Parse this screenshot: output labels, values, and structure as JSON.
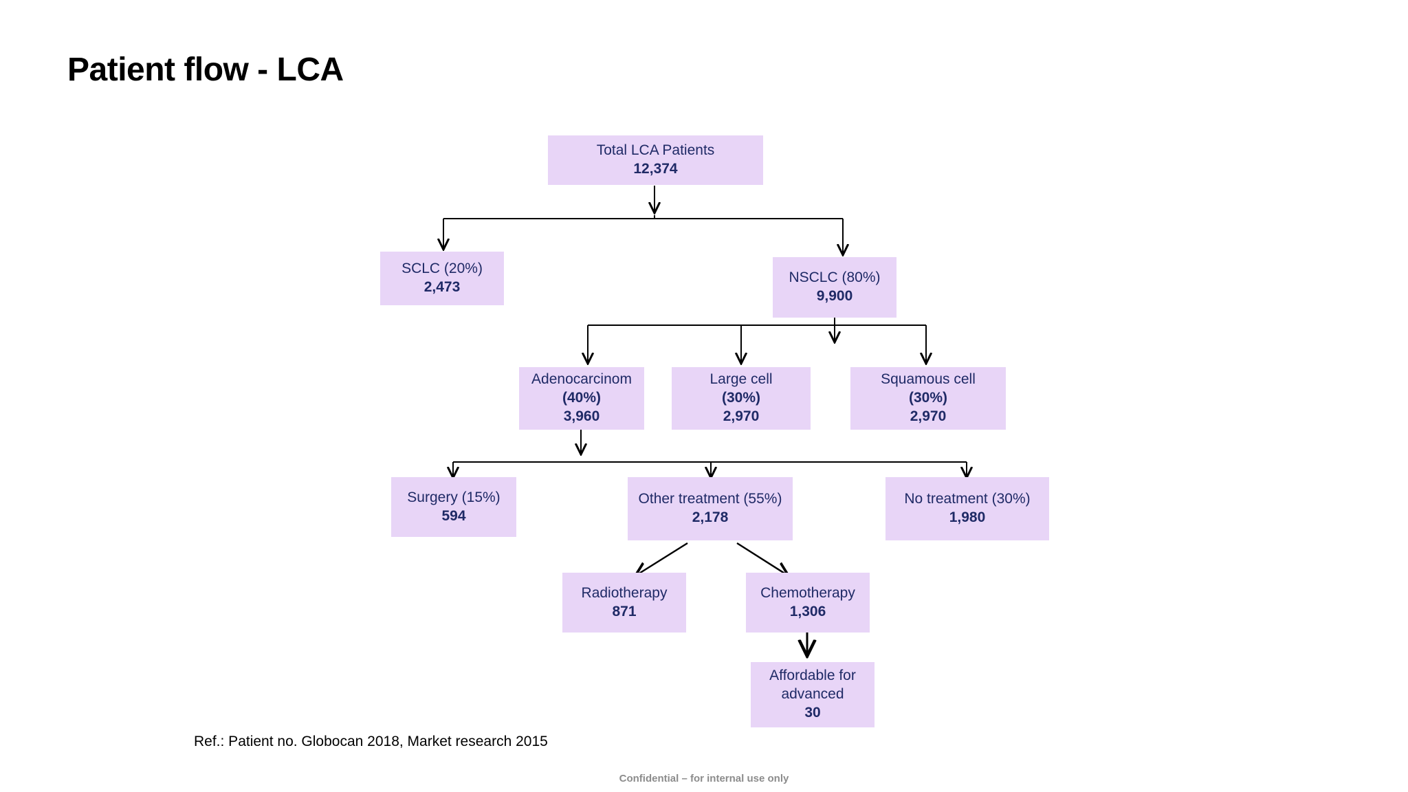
{
  "slide": {
    "title": "Patient flow - LCA",
    "reference": "Ref.: Patient no. Globocan 2018, Market research 2015",
    "confidential": "Confidential – for internal use only",
    "colors": {
      "node_fill": "#e8d5f7",
      "node_text": "#1f2a66",
      "title_text": "#000000",
      "connector": "#000000",
      "footer_text": "#8c8c8c",
      "background": "#ffffff"
    }
  },
  "chart_data": {
    "type": "diagram",
    "title": "Patient flow - LCA",
    "nodes": [
      {
        "id": "total",
        "label": "Total LCA Patients",
        "percent": "",
        "value": "12,374"
      },
      {
        "id": "sclc",
        "label": "SCLC (20%)",
        "percent": "20%",
        "value": "2,473"
      },
      {
        "id": "nsclc",
        "label": "NSCLC (80%)",
        "percent": "80%",
        "value": "9,900"
      },
      {
        "id": "adeno",
        "label": "Adenocarcinom",
        "percent": "(40%)",
        "value": "3,960"
      },
      {
        "id": "largecell",
        "label": "Large cell",
        "percent": "(30%)",
        "value": "2,970"
      },
      {
        "id": "squamous",
        "label": "Squamous cell",
        "percent": "(30%)",
        "value": "2,970"
      },
      {
        "id": "surgery",
        "label": "Surgery (15%)",
        "percent": "15%",
        "value": "594"
      },
      {
        "id": "other",
        "label": "Other treatment (55%)",
        "percent": "55%",
        "value": "2,178"
      },
      {
        "id": "notreatment",
        "label": "No treatment (30%)",
        "percent": "30%",
        "value": "1,980"
      },
      {
        "id": "radio",
        "label": "Radiotherapy",
        "percent": "",
        "value": "871"
      },
      {
        "id": "chemo",
        "label": "Chemotherapy",
        "percent": "",
        "value": "1,306"
      },
      {
        "id": "affordable",
        "label": "Affordable for advanced",
        "percent": "",
        "value": "30"
      }
    ],
    "edges": [
      {
        "from": "total",
        "to": "sclc"
      },
      {
        "from": "total",
        "to": "nsclc"
      },
      {
        "from": "nsclc",
        "to": "adeno"
      },
      {
        "from": "nsclc",
        "to": "largecell"
      },
      {
        "from": "nsclc",
        "to": "squamous"
      },
      {
        "from": "adeno",
        "to": "surgery"
      },
      {
        "from": "adeno",
        "to": "other"
      },
      {
        "from": "adeno",
        "to": "notreatment"
      },
      {
        "from": "other",
        "to": "radio"
      },
      {
        "from": "other",
        "to": "chemo"
      },
      {
        "from": "chemo",
        "to": "affordable"
      }
    ]
  },
  "nodes": {
    "total": {
      "line1": "Total LCA Patients",
      "line2": "12,374"
    },
    "sclc": {
      "line1": "SCLC (20%)",
      "line2": "2,473"
    },
    "nsclc": {
      "line1": "NSCLC (80%)",
      "line2": "9,900"
    },
    "adeno": {
      "line1": "Adenocarcinom",
      "line2": "(40%)",
      "line3": "3,960"
    },
    "largecell": {
      "line1": "Large cell",
      "line2": "(30%)",
      "line3": "2,970"
    },
    "squamous": {
      "line1": "Squamous cell",
      "line2": "(30%)",
      "line3": "2,970"
    },
    "surgery": {
      "line1": "Surgery (15%)",
      "line2": "594"
    },
    "other": {
      "line1": "Other treatment (55%)",
      "line2": "2,178"
    },
    "notreatment": {
      "line1": "No treatment (30%)",
      "line2": "1,980"
    },
    "radio": {
      "line1": "Radiotherapy",
      "line2": "871"
    },
    "chemo": {
      "line1": "Chemotherapy",
      "line2": "1,306"
    },
    "affordable": {
      "line1": "Affordable for",
      "line2": "advanced",
      "line3": "30"
    }
  }
}
